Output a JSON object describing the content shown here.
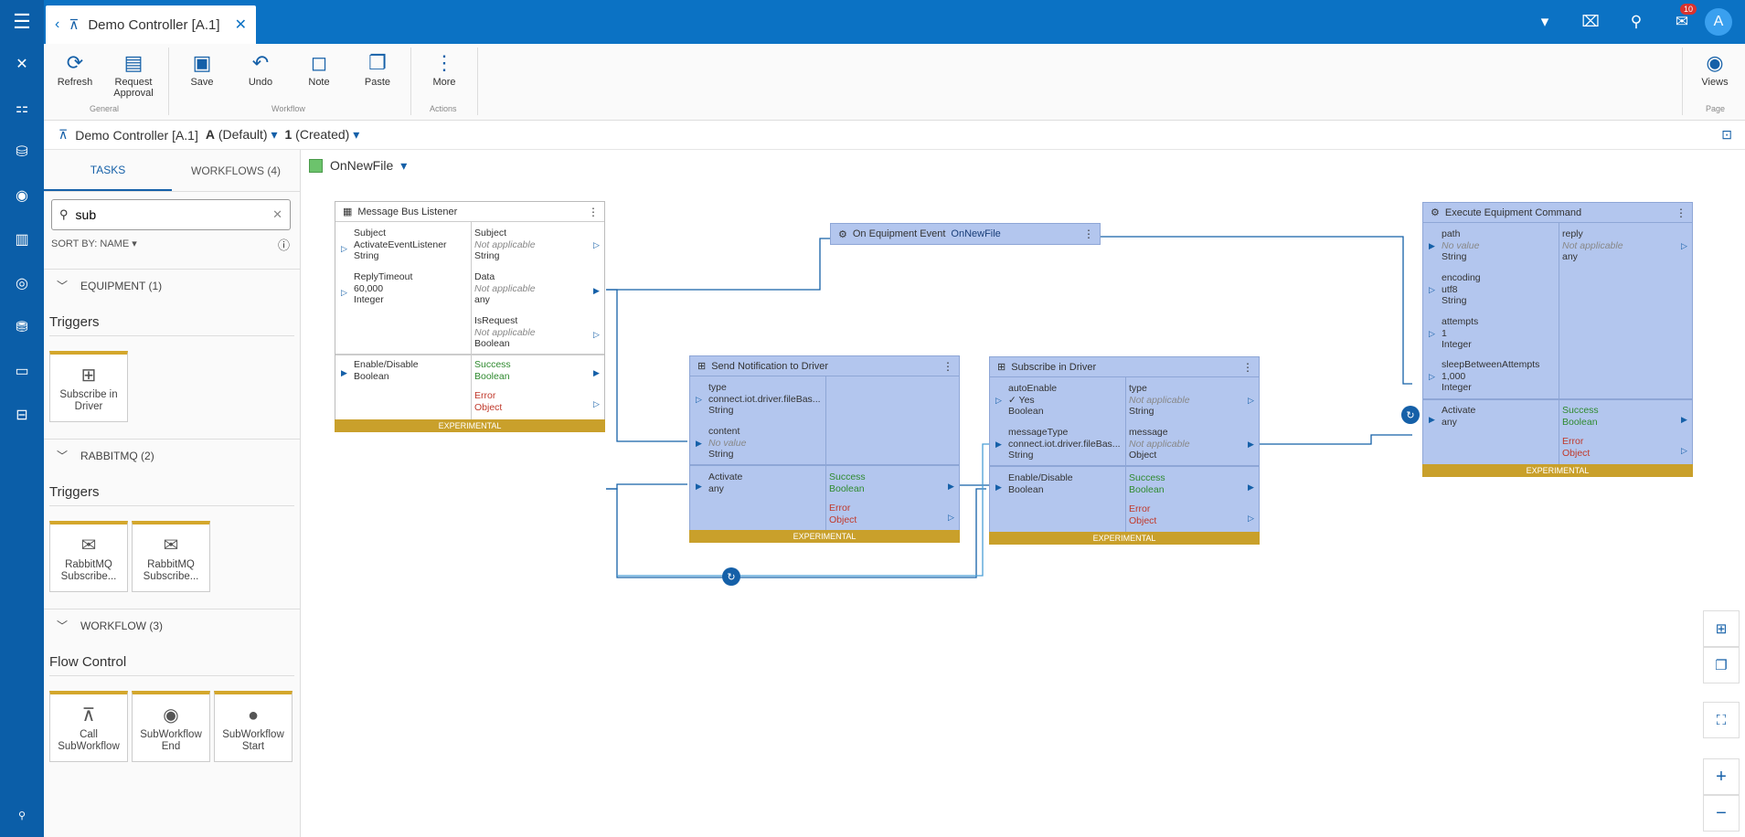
{
  "topbar": {
    "tab_title": "Demo Controller [A.1]",
    "notifications_count": "10",
    "avatar_initial": "A"
  },
  "ribbon": {
    "refresh": "Refresh",
    "request_approval_1": "Request",
    "request_approval_2": "Approval",
    "save": "Save",
    "undo": "Undo",
    "note": "Note",
    "paste": "Paste",
    "more": "More",
    "views": "Views",
    "group_general": "General",
    "group_workflow": "Workflow",
    "group_actions": "Actions",
    "group_page": "Page"
  },
  "breadcrumb": {
    "title": "Demo Controller [A.1]",
    "version": "A",
    "version_default": "(Default)",
    "revision": "1",
    "revision_state": "(Created)"
  },
  "sidebar": {
    "tab_tasks": "TASKS",
    "tab_workflows": "WORKFLOWS (4)",
    "search_value": "sub",
    "sort_label": "SORT BY:",
    "sort_value": "NAME",
    "sections": [
      {
        "title": "EQUIPMENT (1)",
        "subhead": "Triggers",
        "cards": [
          {
            "line1": "Subscribe in",
            "line2": "Driver"
          }
        ]
      },
      {
        "title": "RABBITMQ (2)",
        "subhead": "Triggers",
        "cards": [
          {
            "line1": "RabbitMQ",
            "line2": "Subscribe..."
          },
          {
            "line1": "RabbitMQ",
            "line2": "Subscribe..."
          }
        ]
      },
      {
        "title": "WORKFLOW (3)",
        "subhead": "Flow Control",
        "cards": [
          {
            "line1": "Call",
            "line2": "SubWorkflow"
          },
          {
            "line1": "SubWorkflow",
            "line2": "End"
          },
          {
            "line1": "SubWorkflow",
            "line2": "Start"
          }
        ]
      }
    ]
  },
  "canvas": {
    "workflow_name": "OnNewFile",
    "workflow_color": "#6cc36c",
    "experimental": "EXPERIMENTAL",
    "nodes": {
      "mbl": {
        "title": "Message Bus Listener",
        "in": [
          {
            "name": "Subject",
            "value": "ActivateEventListener",
            "type": "String"
          },
          {
            "name": "ReplyTimeout",
            "value": "60,000",
            "type": "Integer"
          },
          {
            "name": "Enable/Disable",
            "type": "Boolean"
          }
        ],
        "out": [
          {
            "name": "Subject",
            "value": "Not applicable",
            "type": "String"
          },
          {
            "name": "Data",
            "value": "Not applicable",
            "type": "any"
          },
          {
            "name": "IsRequest",
            "value": "Not applicable",
            "type": "Boolean"
          },
          {
            "name": "Success",
            "type": "Boolean"
          },
          {
            "name": "Error",
            "type": "Object"
          }
        ]
      },
      "oee": {
        "title": "On Equipment Event",
        "subtitle": "OnNewFile"
      },
      "snd": {
        "title": "Send Notification to Driver",
        "in": [
          {
            "name": "type",
            "value": "connect.iot.driver.fileBas...",
            "type": "String"
          },
          {
            "name": "content",
            "value": "No value",
            "type": "String"
          },
          {
            "name": "Activate",
            "type": "any"
          }
        ],
        "out": [
          {
            "name": "Success",
            "type": "Boolean"
          },
          {
            "name": "Error",
            "type": "Object"
          }
        ]
      },
      "sid": {
        "title": "Subscribe in Driver",
        "in": [
          {
            "name": "autoEnable",
            "value": "✓ Yes",
            "type": "Boolean"
          },
          {
            "name": "messageType",
            "value": "connect.iot.driver.fileBas...",
            "type": "String"
          },
          {
            "name": "Enable/Disable",
            "type": "Boolean"
          }
        ],
        "out": [
          {
            "name": "type",
            "value": "Not applicable",
            "type": "String"
          },
          {
            "name": "message",
            "value": "Not applicable",
            "type": "Object"
          },
          {
            "name": "Success",
            "type": "Boolean"
          },
          {
            "name": "Error",
            "type": "Object"
          }
        ]
      },
      "eec": {
        "title": "Execute Equipment Command",
        "in": [
          {
            "name": "path",
            "value": "No value",
            "type": "String"
          },
          {
            "name": "encoding",
            "value": "utf8",
            "type": "String"
          },
          {
            "name": "attempts",
            "value": "1",
            "type": "Integer"
          },
          {
            "name": "sleepBetweenAttempts",
            "value": "1,000",
            "type": "Integer"
          },
          {
            "name": "Activate",
            "type": "any"
          }
        ],
        "out": [
          {
            "name": "reply",
            "value": "Not applicable",
            "type": "any"
          },
          {
            "name": "Success",
            "type": "Boolean"
          },
          {
            "name": "Error",
            "type": "Object"
          }
        ]
      }
    }
  }
}
